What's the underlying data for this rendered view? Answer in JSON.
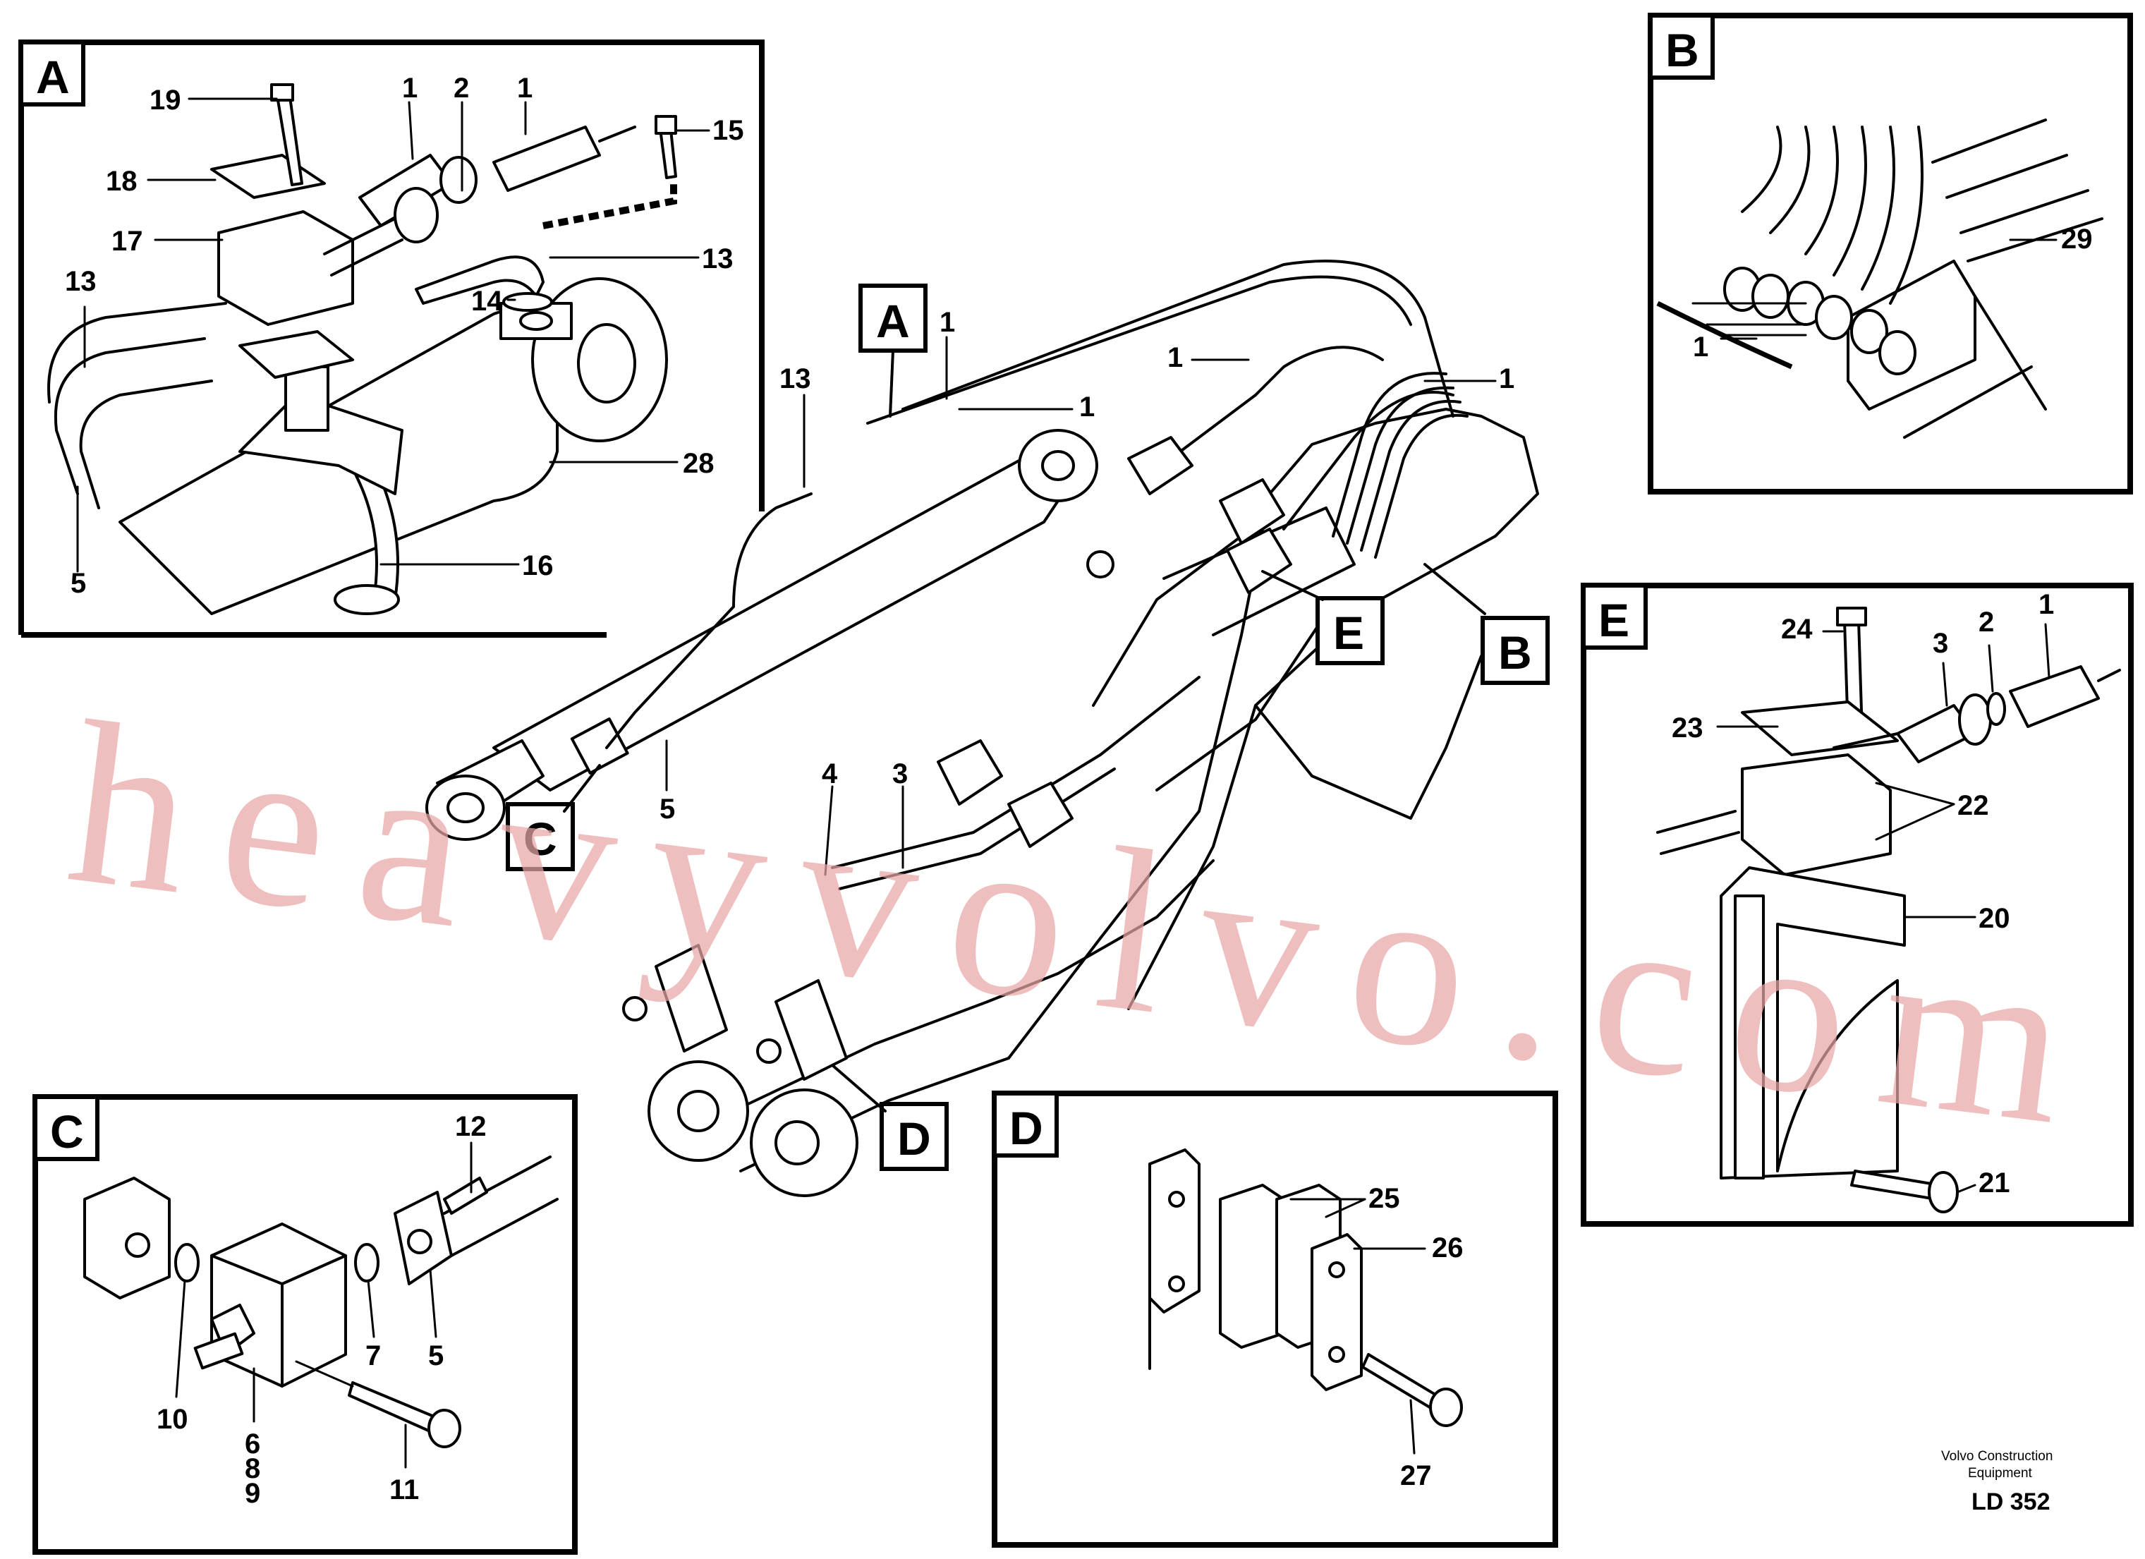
{
  "callouts": {
    "A": "A",
    "B": "B",
    "C": "C",
    "D": "D",
    "E": "E"
  },
  "detail_A": {
    "labels": [
      "19",
      "1",
      "2",
      "1",
      "15",
      "18",
      "17",
      "13",
      "13",
      "14",
      "28",
      "5",
      "16"
    ]
  },
  "detail_B": {
    "labels": [
      "29",
      "1"
    ]
  },
  "detail_C": {
    "labels": [
      "12",
      "10",
      "7",
      "5",
      "6",
      "8",
      "9",
      "11"
    ]
  },
  "detail_D": {
    "labels": [
      "25",
      "26",
      "27"
    ]
  },
  "detail_E": {
    "labels": [
      "24",
      "3",
      "2",
      "1",
      "23",
      "22",
      "20",
      "21"
    ]
  },
  "main": {
    "labels": [
      "1",
      "13",
      "1",
      "1",
      "1",
      "5",
      "4",
      "3"
    ]
  },
  "watermark": "heavyvolvo.com",
  "footer": {
    "company_line1": "Volvo Construction",
    "company_line2": "Equipment",
    "code": "LD 352"
  }
}
